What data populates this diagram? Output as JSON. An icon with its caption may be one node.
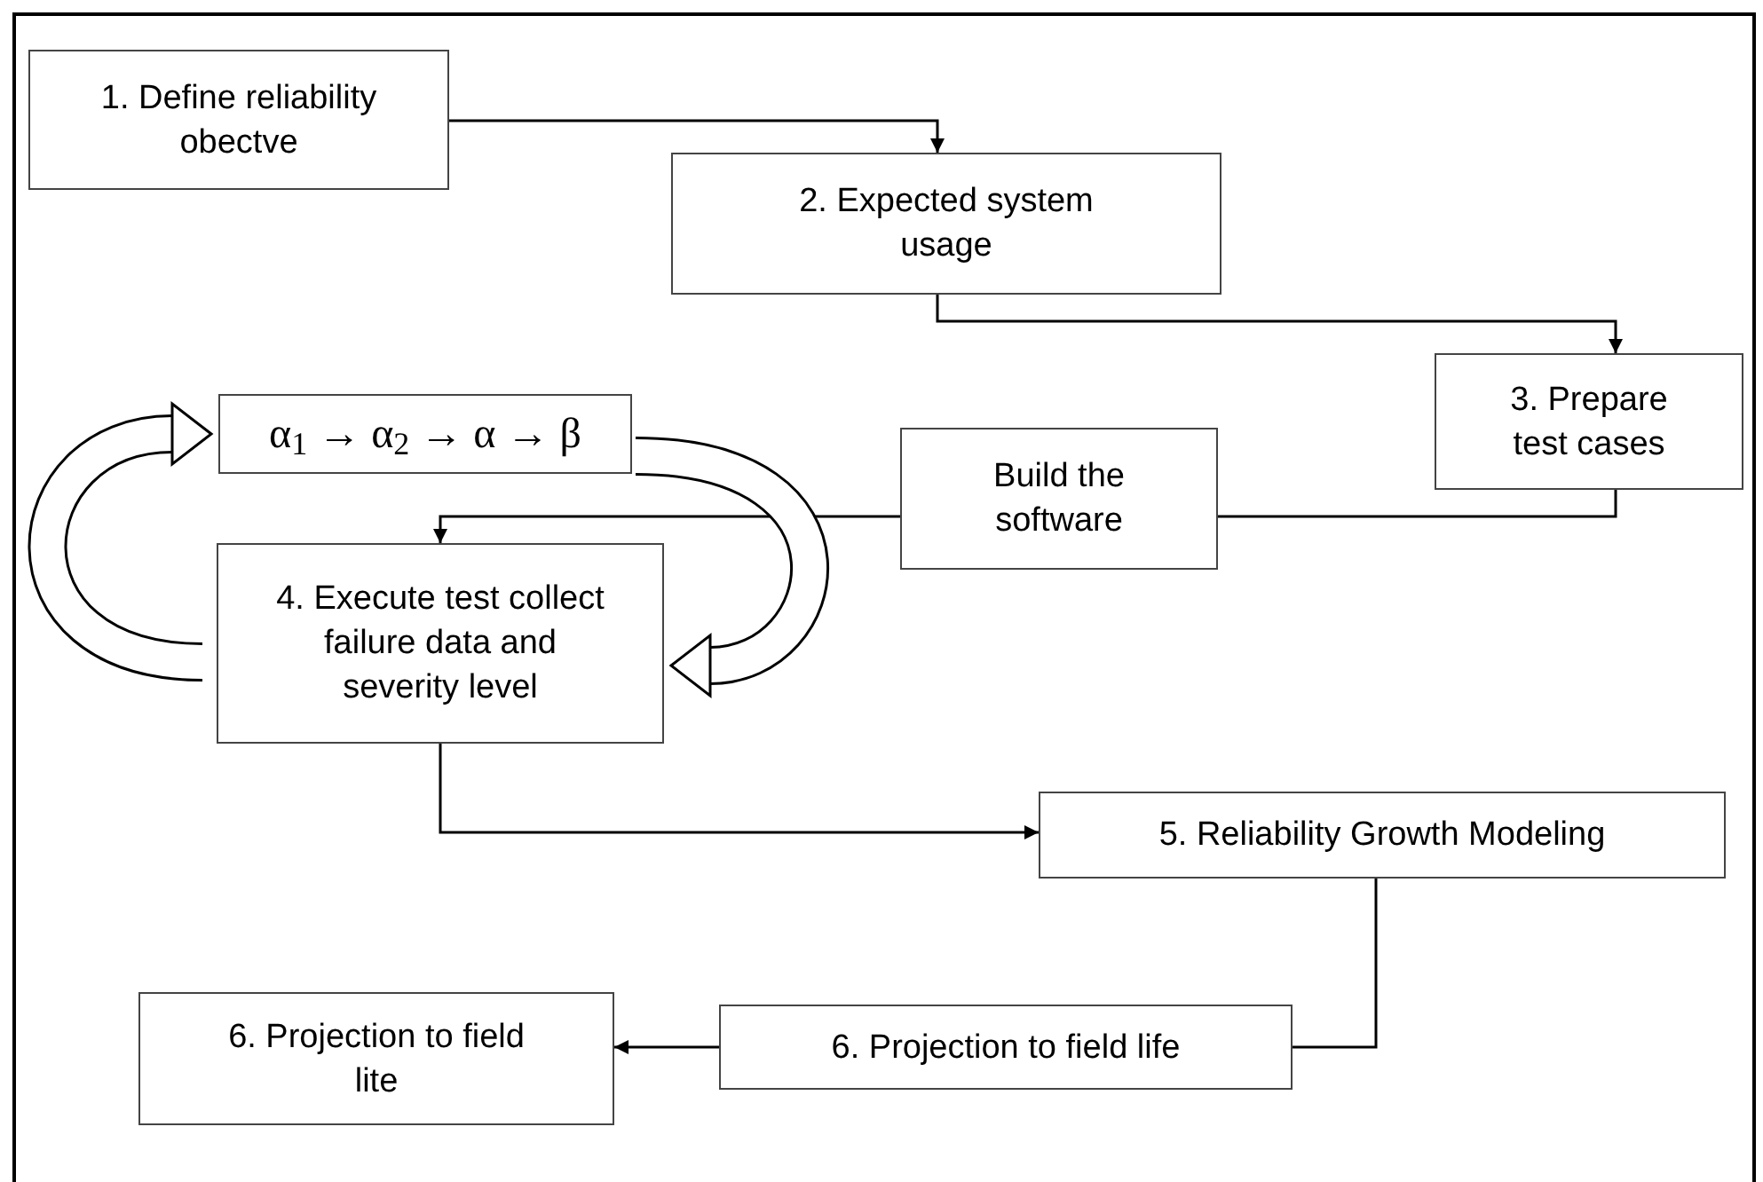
{
  "diagram": {
    "nodes": [
      {
        "text": [
          "1. Define reliability obectve"
        ]
      },
      {
        "text": [
          "2. Expected system usage"
        ]
      },
      {
        "text": [
          "3. Prepare test cases"
        ]
      },
      {
        "text": [
          "α$_{1}$ → α$_{2}$ → α → β"
        ]
      },
      {
        "text": [
          "Build the software"
        ]
      },
      {
        "text": [
          "4. Execute test collect failure data and severity level"
        ]
      },
      {
        "text": [
          "5. Reliability Growth Modeling"
        ]
      },
      {
        "text": [
          "6. Projection to field life"
        ]
      },
      {
        "text": [
          "6. Projection to field lite"
        ]
      }
    ],
    "edges": [
      {
        "from": 0,
        "to": 1,
        "arrow": "to"
      },
      {
        "from": 1,
        "to": 2,
        "arrow": "to"
      },
      {
        "from": 2,
        "to": 4,
        "arrow": "none"
      },
      {
        "from": 4,
        "to": 5,
        "arrow": "to"
      },
      {
        "from": 5,
        "to": 6,
        "arrow": "to"
      },
      {
        "from": 6,
        "to": 7,
        "arrow": "none"
      },
      {
        "from": 7,
        "to": 8,
        "arrow": "to"
      },
      {
        "from": 5,
        "to": 3,
        "arrow": "to",
        "style": "thick"
      },
      {
        "from": 3,
        "to": 5,
        "arrow": "to",
        "style": "thick"
      }
    ]
  }
}
